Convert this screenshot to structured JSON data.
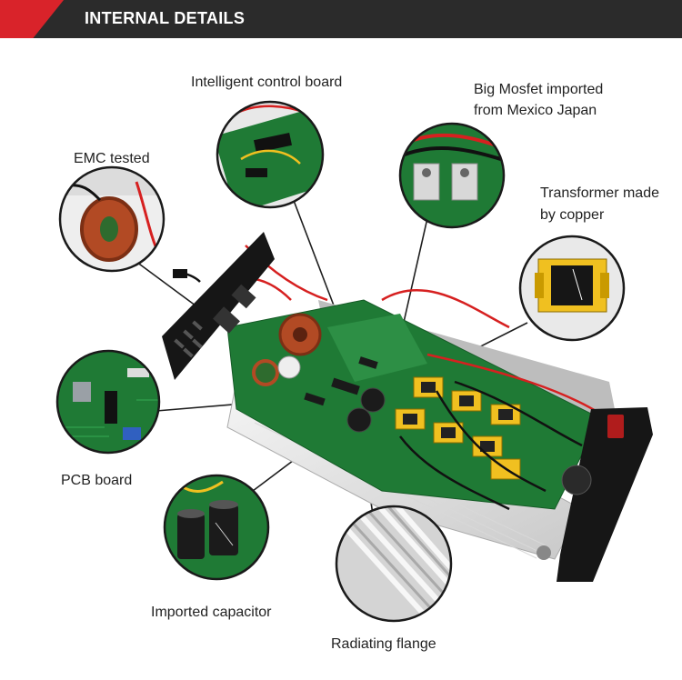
{
  "header": {
    "title": "INTERNAL DETAILS",
    "bar_color": "#2b2b2b",
    "accent_color": "#d9232a"
  },
  "callouts": {
    "intelligent_control_board": "Intelligent control board",
    "big_mosfet_line1": "Big Mosfet imported",
    "big_mosfet_line2": "from Mexico Japan",
    "emc_tested": "EMC tested",
    "transformer_line1": "Transformer made",
    "transformer_line2": "by copper",
    "pcb_board": "PCB board",
    "imported_capacitor": "Imported capacitor",
    "radiating_flange": "Radiating flange"
  }
}
